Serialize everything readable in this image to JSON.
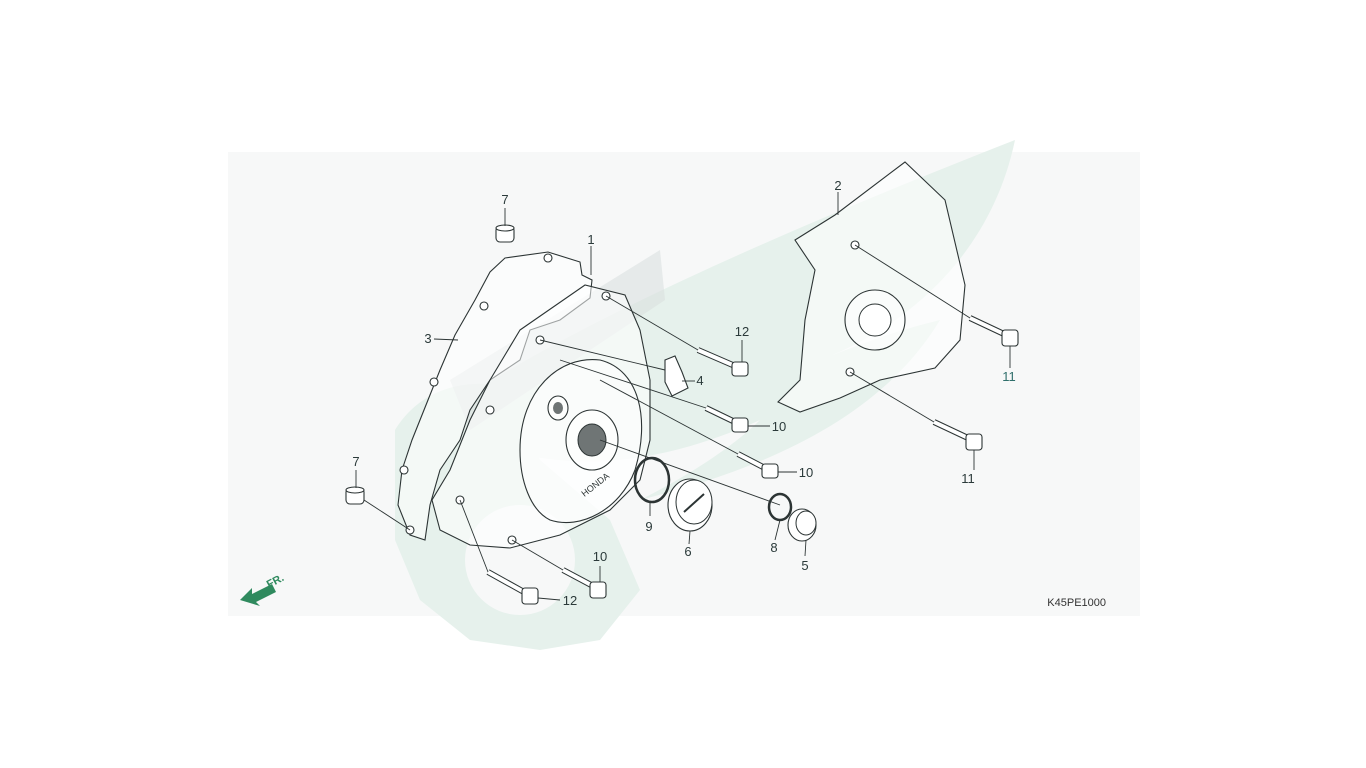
{
  "diagram": {
    "code": "K45PE1000",
    "direction_label": "FR.",
    "callouts": [
      {
        "id": "c1",
        "label": "1"
      },
      {
        "id": "c2",
        "label": "2"
      },
      {
        "id": "c3",
        "label": "3"
      },
      {
        "id": "c4",
        "label": "4"
      },
      {
        "id": "c5",
        "label": "5"
      },
      {
        "id": "c6",
        "label": "6"
      },
      {
        "id": "c7a",
        "label": "7"
      },
      {
        "id": "c7b",
        "label": "7"
      },
      {
        "id": "c8",
        "label": "8"
      },
      {
        "id": "c9",
        "label": "9"
      },
      {
        "id": "c10a",
        "label": "10"
      },
      {
        "id": "c10b",
        "label": "10"
      },
      {
        "id": "c10c",
        "label": "10"
      },
      {
        "id": "c11a",
        "label": "11"
      },
      {
        "id": "c11b",
        "label": "11"
      },
      {
        "id": "c12a",
        "label": "12"
      },
      {
        "id": "c12b",
        "label": "12"
      }
    ],
    "colors": {
      "watermark": "#e3f0ea",
      "line": "#2c3434",
      "accent_arrow": "#2f8a5e",
      "callout_teal": "#2f6f6b"
    },
    "logo_text": "HONDA"
  }
}
